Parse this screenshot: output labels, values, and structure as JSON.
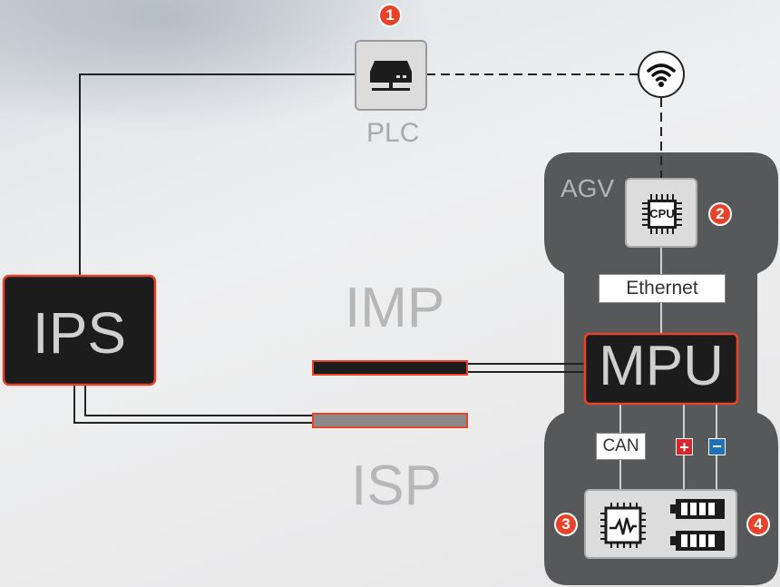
{
  "markers": [
    "1",
    "2",
    "3",
    "4"
  ],
  "plc": {
    "label": "PLC",
    "icon": "server-icon"
  },
  "wifi": {
    "icon": "wifi-icon"
  },
  "agv": {
    "label": "AGV"
  },
  "cpu": {
    "label": "CPU",
    "icon": "cpu-chip-icon"
  },
  "ethernet": {
    "label": "Ethernet"
  },
  "mpu": {
    "label": "MPU"
  },
  "can": {
    "label": "CAN"
  },
  "polarity": {
    "plus": "+",
    "minus": "−"
  },
  "ips": {
    "label": "IPS"
  },
  "imp": {
    "label": "IMP"
  },
  "isp": {
    "label": "ISP"
  },
  "colors": {
    "accent": "#e8432a",
    "agv_body": "#575859",
    "module_dark": "#1c1c1c",
    "plus": "#d8262c",
    "minus": "#1e73b8"
  }
}
